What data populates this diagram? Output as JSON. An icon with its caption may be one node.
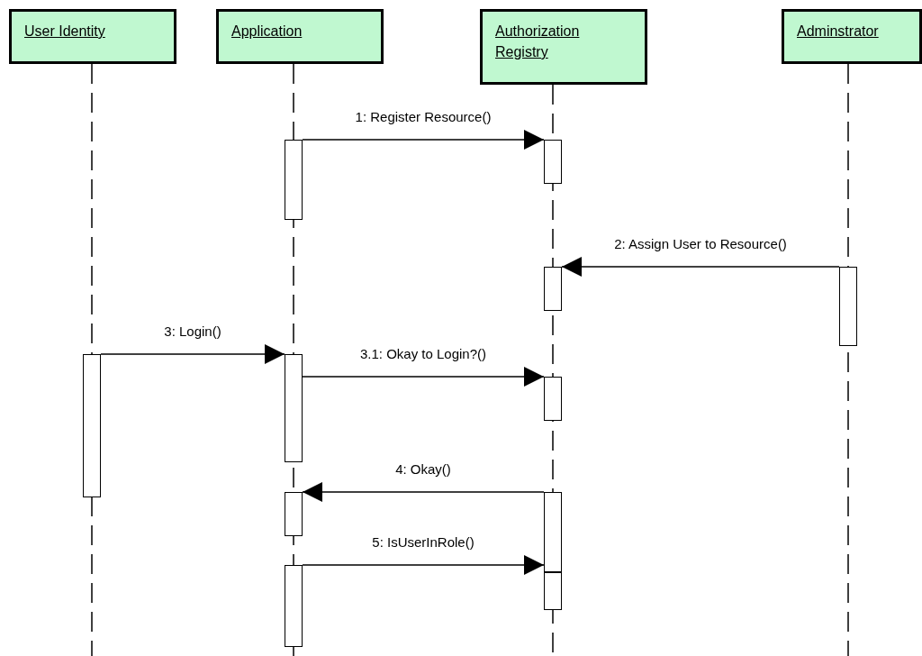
{
  "diagram": {
    "nodes": [
      {
        "text": [
          "User Identity"
        ]
      },
      {
        "text": [
          "Application"
        ]
      },
      {
        "text": [
          "Authorization Registry"
        ]
      },
      {
        "text": [
          "Adminstrator"
        ]
      },
      {
        "text": [],
        "shape": "bar"
      },
      {
        "text": [],
        "shape": "bar"
      },
      {
        "text": [],
        "shape": "bar"
      },
      {
        "text": [],
        "shape": "bar"
      },
      {
        "text": [],
        "shape": "bar"
      },
      {
        "text": [],
        "shape": "bar"
      },
      {
        "text": [],
        "shape": "bar"
      },
      {
        "text": [],
        "shape": "bar"
      },
      {
        "text": [],
        "shape": "bar"
      },
      {
        "text": [],
        "shape": "bar"
      },
      {
        "text": [],
        "shape": "bar"
      }
    ],
    "edges": [
      {
        "from": 5,
        "to": 9,
        "arrow": "to",
        "label": "1: Register Resource()"
      },
      {
        "from": 14,
        "to": 10,
        "arrow": "to",
        "label": "2: Assign User to Resource()"
      },
      {
        "from": 4,
        "to": 6,
        "arrow": "to",
        "label": "3: Login()"
      },
      {
        "from": 6,
        "to": 11,
        "arrow": "to",
        "label": "3.1: Okay to Login?()"
      },
      {
        "from": 12,
        "to": 7,
        "arrow": "to",
        "label": "4: Okay()"
      },
      {
        "from": 8,
        "to": 12,
        "arrow": "to",
        "label": "5: IsUserInRole()"
      }
    ]
  }
}
